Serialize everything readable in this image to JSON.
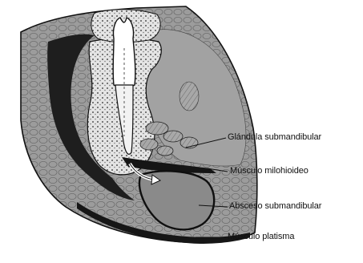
{
  "labels": {
    "gland": "Glándula submandibular",
    "mylohyoid": "Músculo milohioideo",
    "abscess": "Absceso submandibular",
    "platysma": "Músculo platisma"
  },
  "colors": {
    "background": "#ffffff",
    "tissue_gray": "#9a9a9a",
    "tissue_light": "#b8b8b8",
    "bone_light": "#e2e2e2",
    "muscle_dark": "#1a1a1a",
    "abscess_fill": "#8c8c8c",
    "outline": "#111111"
  }
}
